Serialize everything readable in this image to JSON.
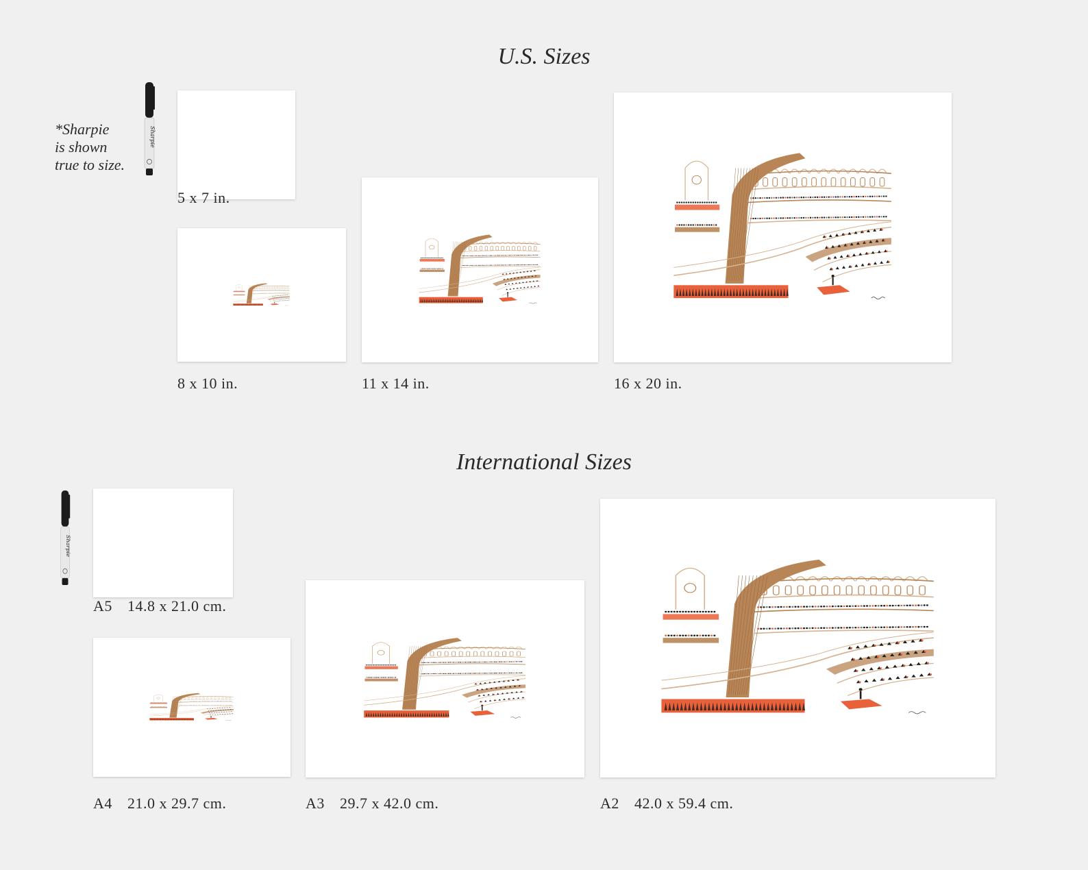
{
  "us": {
    "title": "U.S. Sizes",
    "note": [
      "*Sharpie",
      "is shown",
      "true to size."
    ],
    "sizes": [
      {
        "label": "5 x 7 in."
      },
      {
        "label": "8 x 10 in."
      },
      {
        "label": "11 x 14 in."
      },
      {
        "label": "16 x 20 in."
      }
    ]
  },
  "intl": {
    "title": "International Sizes",
    "sizes": [
      {
        "code": "A5",
        "label": "14.8 x 21.0 cm."
      },
      {
        "code": "A4",
        "label": "21.0 x 29.7 cm."
      },
      {
        "code": "A3",
        "label": "29.7 x 42.0 cm."
      },
      {
        "code": "A2",
        "label": "42.0 x 59.4 cm."
      }
    ]
  },
  "sharpie_brand": "Sharpie",
  "colors": {
    "background": "#f0f0f0",
    "gold": "#b88556",
    "gold_light": "#d6b390",
    "orange": "#e8613a",
    "ink": "#1e1e1e"
  },
  "icons": [
    "concert-hall-illustration",
    "sharpie-marker-icon"
  ]
}
